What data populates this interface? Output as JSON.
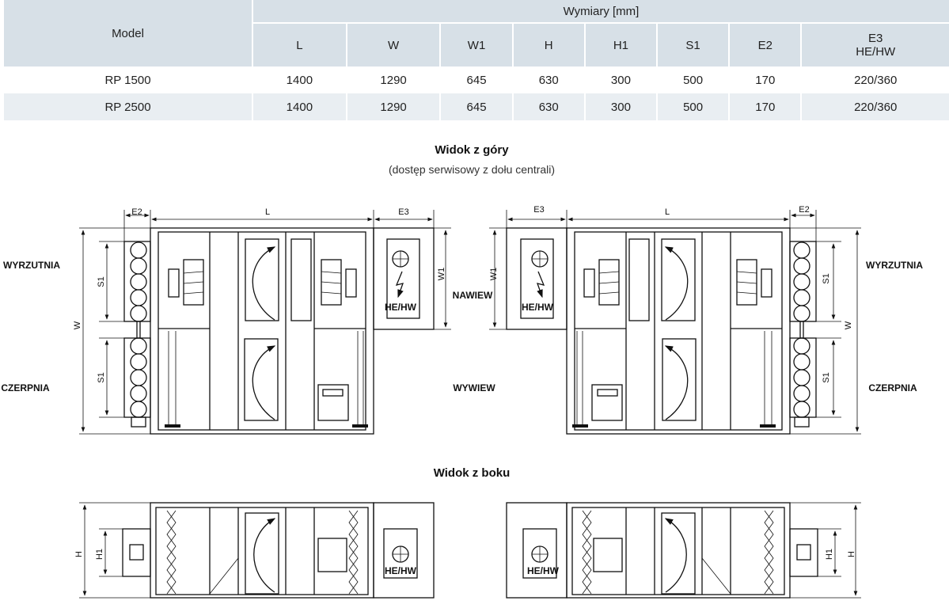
{
  "table": {
    "model_header": "Model",
    "group_header": "Wymiary [mm]",
    "columns": [
      "L",
      "W",
      "W1",
      "H",
      "H1",
      "S1",
      "E2"
    ],
    "last_column": [
      "E3",
      "HE/HW"
    ],
    "rows": [
      {
        "model": "RP 1500",
        "values": [
          "1400",
          "1290",
          "645",
          "630",
          "300",
          "500",
          "170",
          "220/360"
        ]
      },
      {
        "model": "RP 2500",
        "values": [
          "1400",
          "1290",
          "645",
          "630",
          "300",
          "500",
          "170",
          "220/360"
        ]
      }
    ]
  },
  "top_view": {
    "title": "Widok z góry",
    "subtitle": "(dostęp serwisowy z dołu centrali)",
    "labels": {
      "E2": "E2",
      "L": "L",
      "E3": "E3",
      "W1": "W1",
      "W": "W",
      "S1": "S1",
      "HEHW": "HE/HW"
    },
    "left": {
      "wyrzutnia": "WYRZUTNIA",
      "czerpnia": "CZERPNIA",
      "nawiew": "NAWIEW",
      "wywiew": "WYWIEW"
    },
    "right": {
      "wyrzutnia": "WYRZUTNIA",
      "czerpnia": "CZERPNIA"
    }
  },
  "side_view": {
    "title": "Widok z boku",
    "labels": {
      "H": "H",
      "H1": "H1",
      "HEHW": "HE/HW"
    }
  }
}
